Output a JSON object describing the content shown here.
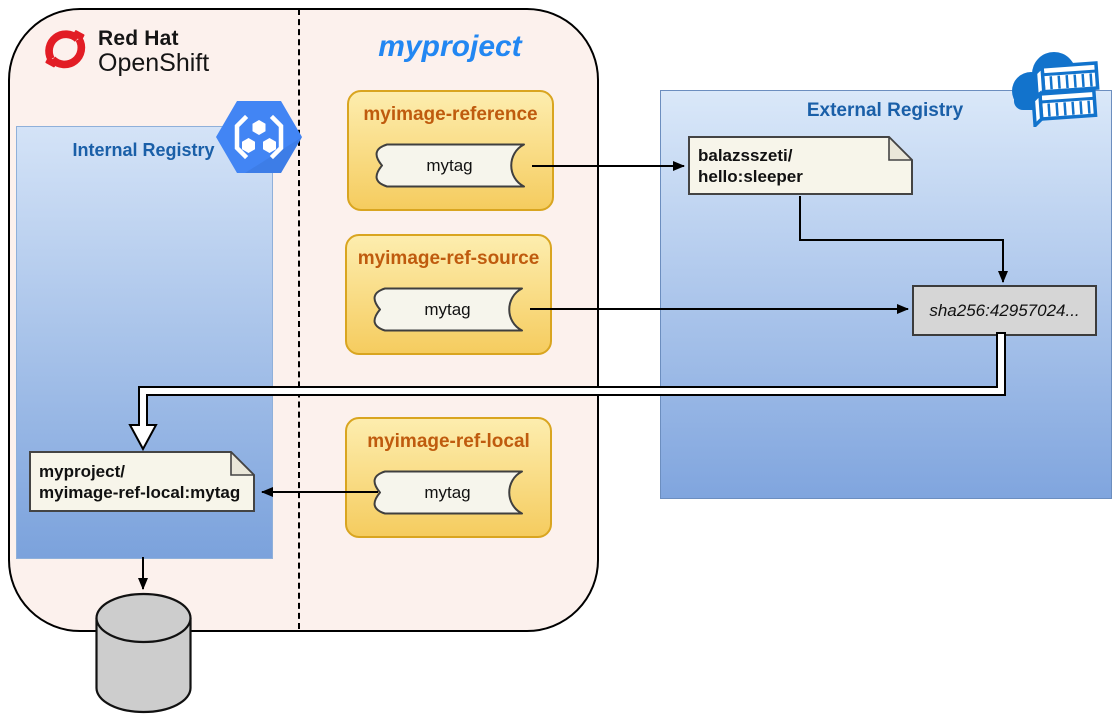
{
  "brand": {
    "line1": "Red Hat",
    "line2": "OpenShift"
  },
  "project": {
    "label": "myproject"
  },
  "internal_registry": {
    "label": "Internal Registry"
  },
  "external_registry": {
    "label": "External Registry"
  },
  "imagestreams": [
    {
      "name": "myimage-reference",
      "tag": "mytag"
    },
    {
      "name": "myimage-ref-source",
      "tag": "mytag"
    },
    {
      "name": "myimage-ref-local",
      "tag": "mytag"
    }
  ],
  "external_image": {
    "line1": "balazsszeti/",
    "line2": "hello:sleeper"
  },
  "digest": {
    "label": "sha256:42957024..."
  },
  "local_image": {
    "line1": "myproject/",
    "line2": "myimage-ref-local:mytag"
  },
  "icons": {
    "openshift_logo": "redhat-openshift-icon",
    "internal_registry": "kubernetes-hexagon-icon",
    "external_registry": "cloud-container-icon",
    "storage": "database-cylinder-icon"
  },
  "colors": {
    "outer_fill": "#fcf1ed",
    "registry_gradient_top": "#dae8f9",
    "registry_gradient_bottom": "#7ba2dc",
    "stream_gradient_top": "#fdedae",
    "stream_gradient_bottom": "#f5cc5f",
    "stream_border": "#d9a520",
    "stream_title": "#bf5b0e",
    "registry_label": "#1a5fa8",
    "project_label": "#2287f2",
    "brand_red": "#e21d25",
    "icon_blue": "#4285f4",
    "digest_fill": "#d6d6d6",
    "doc_fill": "#f7f5ea"
  }
}
